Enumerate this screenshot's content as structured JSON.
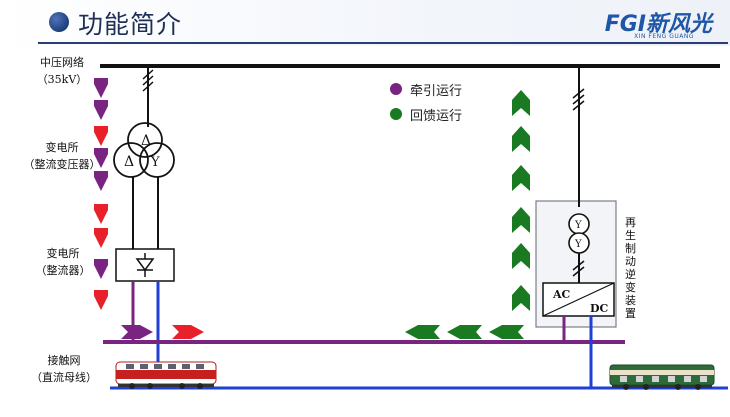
{
  "header": {
    "title": "功能简介",
    "logo_text": "FGI新风光",
    "logo_sub": "XIN FENG GUANG"
  },
  "labels": {
    "grid_line1": "中压网络",
    "grid_line2": "（35kV）",
    "substation_tf_line1": "变电所",
    "substation_tf_line2": "（整流变压器）",
    "substation_rect_line1": "变电所",
    "substation_rect_line2": "（整流器）",
    "catenary_line1": "接触网",
    "catenary_line2": "（直流母线）",
    "regen_device": "再生制动逆变装置"
  },
  "legend": [
    {
      "label": "牵引运行",
      "color": "#7a2482"
    },
    {
      "label": "回馈运行",
      "color": "#1a7a22"
    }
  ],
  "converter": {
    "ac": "AC",
    "dc": "DC"
  },
  "transformer_symbols": {
    "delta": "Δ",
    "wye": "Y"
  },
  "colors": {
    "traction": "#7a2482",
    "regen": "#1a7a22",
    "red_arrow": "#e8202a",
    "dc_bus": "#1f3fd6",
    "title": "#1f2f55"
  }
}
